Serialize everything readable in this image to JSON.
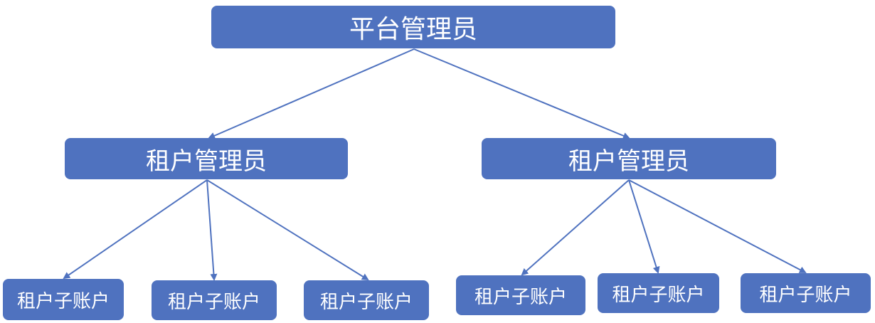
{
  "diagram": {
    "root": {
      "label": "平台管理员"
    },
    "tenants": [
      {
        "label": "租户管理员",
        "sub_accounts": [
          {
            "label": "租户子账户"
          },
          {
            "label": "租户子账户"
          },
          {
            "label": "租户子账户"
          }
        ]
      },
      {
        "label": "租户管理员",
        "sub_accounts": [
          {
            "label": "租户子账户"
          },
          {
            "label": "租户子账户"
          },
          {
            "label": "租户子账户"
          }
        ]
      }
    ],
    "colors": {
      "node_fill": "#4f72bf",
      "node_text": "#ffffff",
      "connector": "#4f72bf"
    }
  }
}
